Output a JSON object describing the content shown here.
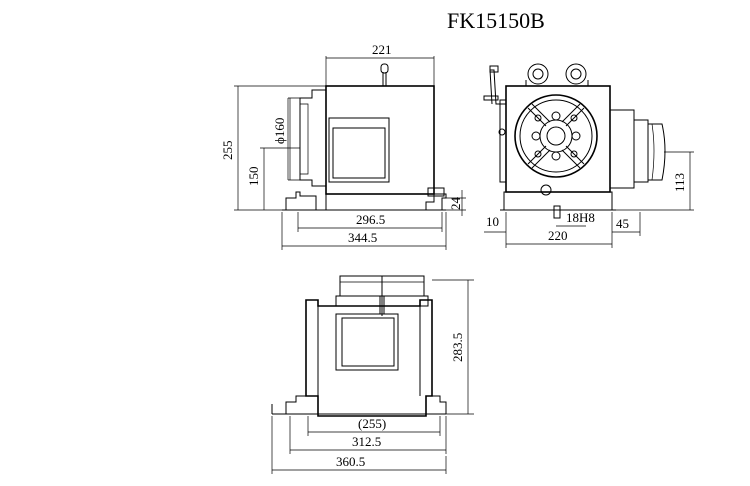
{
  "title": "FK15150B",
  "side_view": {
    "width_top": "221",
    "height_total": "255",
    "bore_dia": "ϕ160",
    "center_height": "150",
    "width_mid": "296.5",
    "width_base": "344.5"
  },
  "front_view": {
    "base_thk": "24",
    "slot_offset": "10",
    "slot_width": "18H8",
    "width": "220",
    "margin": "45",
    "spindle_height": "113"
  },
  "top_view": {
    "depth": "283.5",
    "inner_width": "(255)",
    "mid_width": "312.5",
    "overall_width": "360.5"
  }
}
